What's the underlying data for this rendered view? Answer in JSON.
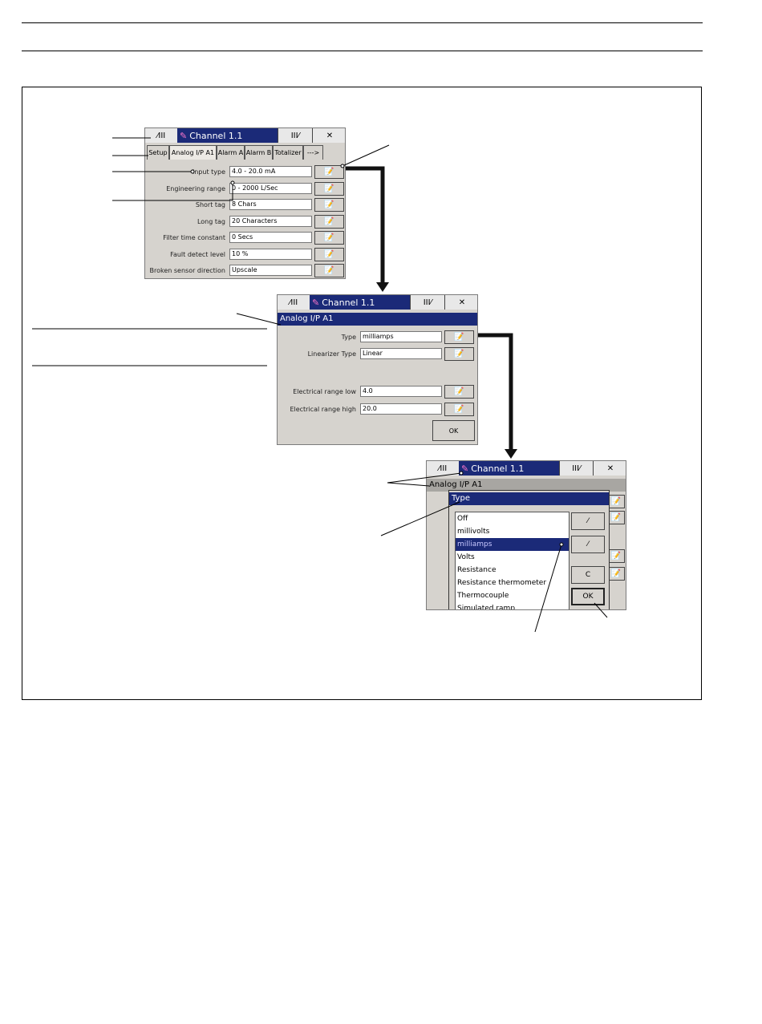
{
  "screen1": {
    "nav_prev": "⁄III",
    "title": "Channel 1.1",
    "nav_next": "III⁄",
    "close": "✕",
    "tabs": [
      "Setup",
      "Analog I/P A1",
      "Alarm A",
      "Alarm B",
      "Totalizer",
      "--->"
    ],
    "rows": [
      {
        "label": "Input type",
        "value": "4.0 - 20.0 mA"
      },
      {
        "label": "Engineering range",
        "value": "0 - 2000 L/Sec"
      },
      {
        "label": "Short tag",
        "value": "8 Chars"
      },
      {
        "label": "Long tag",
        "value": "20 Characters"
      },
      {
        "label": "Filter time constant",
        "value": "0 Secs"
      },
      {
        "label": "Fault detect level",
        "value": "10 %"
      },
      {
        "label": "Broken sensor direction",
        "value": "Upscale"
      }
    ]
  },
  "screen2": {
    "nav_prev": "⁄III",
    "title": "Channel 1.1",
    "nav_next": "III⁄",
    "close": "✕",
    "header": "Analog I/P A1",
    "rows": [
      {
        "label": "Type",
        "value": "milliamps"
      },
      {
        "label": "Linearizer Type",
        "value": "Linear"
      },
      {
        "label": "Electrical range low",
        "value": "4.0"
      },
      {
        "label": "Electrical range high",
        "value": "20.0"
      }
    ],
    "ok": "OK"
  },
  "screen3": {
    "nav_prev": "⁄III",
    "title": "Channel 1.1",
    "nav_next": "III⁄",
    "close": "✕",
    "header": "Analog I/P A1",
    "dialog_title": "Type",
    "options": [
      "Off",
      "millivolts",
      "milliamps",
      "Volts",
      "Resistance",
      "Resistance thermometer",
      "Thermocouple",
      "Simulated ramp"
    ],
    "selected_index": 2,
    "up": "⁄",
    "down": "⁄",
    "c": "C",
    "ok": "OK"
  },
  "colors": {
    "titlebar": "#1b2a78",
    "panel": "#d6d3ce"
  }
}
